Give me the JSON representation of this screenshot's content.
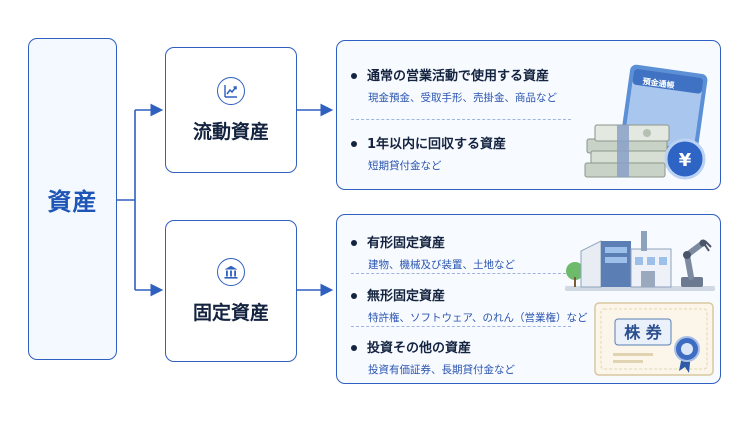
{
  "root": {
    "label": "資産"
  },
  "categories": [
    {
      "label": "流動資産",
      "icon": "chart-trend-icon",
      "items": [
        {
          "title": "通常の営業活動で使用する資産",
          "sub": "現金預金、受取手形、売掛金、商品など"
        },
        {
          "title": "1年以内に回収する資産",
          "sub": "短期貸付金など"
        }
      ],
      "illustration": {
        "passbook_label": "預金通帳",
        "coin_symbol": "¥"
      }
    },
    {
      "label": "固定資産",
      "icon": "bank-building-icon",
      "items": [
        {
          "title": "有形固定資産",
          "sub": "建物、機械及び装置、土地など"
        },
        {
          "title": "無形固定資産",
          "sub": "特許権、ソフトウェア、のれん（営業権）など"
        },
        {
          "title": "投資その他の資産",
          "sub": "投資有価証券、長期貸付金など"
        }
      ],
      "illustration": {
        "certificate_label": "株 券"
      }
    }
  ],
  "colors": {
    "accent": "#2f5fbf",
    "root_text": "#1e56b8",
    "sub_text": "#2a55b0",
    "panel_bg": "#f7faff"
  }
}
